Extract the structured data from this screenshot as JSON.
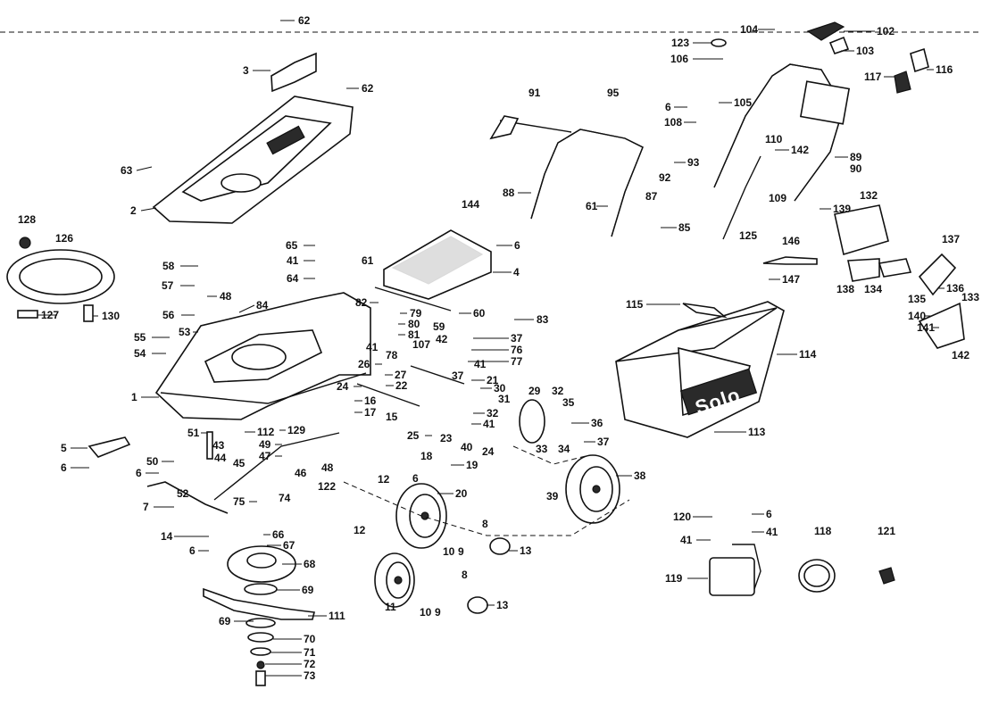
{
  "brand": "Solo",
  "labels": [
    {
      "key": "62a",
      "text": "62"
    },
    {
      "key": "62b",
      "text": "62"
    },
    {
      "key": "3",
      "text": "3"
    },
    {
      "key": "63",
      "text": "63"
    },
    {
      "key": "2",
      "text": "2"
    },
    {
      "key": "128",
      "text": "128"
    },
    {
      "key": "126",
      "text": "126"
    },
    {
      "key": "127",
      "text": "127"
    },
    {
      "key": "130",
      "text": "130"
    },
    {
      "key": "65",
      "text": "65"
    },
    {
      "key": "41a",
      "text": "41"
    },
    {
      "key": "64",
      "text": "64"
    },
    {
      "key": "58",
      "text": "58"
    },
    {
      "key": "57",
      "text": "57"
    },
    {
      "key": "48a",
      "text": "48"
    },
    {
      "key": "56",
      "text": "56"
    },
    {
      "key": "84",
      "text": "84"
    },
    {
      "key": "55",
      "text": "55"
    },
    {
      "key": "53",
      "text": "53"
    },
    {
      "key": "54",
      "text": "54"
    },
    {
      "key": "1",
      "text": "1"
    },
    {
      "key": "61a",
      "text": "61"
    },
    {
      "key": "82",
      "text": "82"
    },
    {
      "key": "79",
      "text": "79"
    },
    {
      "key": "80",
      "text": "80"
    },
    {
      "key": "81",
      "text": "81"
    },
    {
      "key": "41b",
      "text": "41"
    },
    {
      "key": "78",
      "text": "78"
    },
    {
      "key": "107",
      "text": "107"
    },
    {
      "key": "42",
      "text": "42"
    },
    {
      "key": "26",
      "text": "26"
    },
    {
      "key": "27",
      "text": "27"
    },
    {
      "key": "22",
      "text": "22"
    },
    {
      "key": "24a",
      "text": "24"
    },
    {
      "key": "16",
      "text": "16"
    },
    {
      "key": "17",
      "text": "17"
    },
    {
      "key": "15",
      "text": "15"
    },
    {
      "key": "25",
      "text": "25"
    },
    {
      "key": "23",
      "text": "23"
    },
    {
      "key": "51",
      "text": "51"
    },
    {
      "key": "112",
      "text": "112"
    },
    {
      "key": "129",
      "text": "129"
    },
    {
      "key": "49",
      "text": "49"
    },
    {
      "key": "47",
      "text": "47"
    },
    {
      "key": "43",
      "text": "43"
    },
    {
      "key": "44",
      "text": "44"
    },
    {
      "key": "45",
      "text": "45"
    },
    {
      "key": "46",
      "text": "46"
    },
    {
      "key": "48b",
      "text": "48"
    },
    {
      "key": "5",
      "text": "5"
    },
    {
      "key": "6a",
      "text": "6"
    },
    {
      "key": "50",
      "text": "50"
    },
    {
      "key": "6b",
      "text": "6"
    },
    {
      "key": "52",
      "text": "52"
    },
    {
      "key": "7",
      "text": "7"
    },
    {
      "key": "75",
      "text": "75"
    },
    {
      "key": "74",
      "text": "74"
    },
    {
      "key": "122",
      "text": "122"
    },
    {
      "key": "14",
      "text": "14"
    },
    {
      "key": "6c",
      "text": "6"
    },
    {
      "key": "66",
      "text": "66"
    },
    {
      "key": "67",
      "text": "67"
    },
    {
      "key": "68",
      "text": "68"
    },
    {
      "key": "69a",
      "text": "69"
    },
    {
      "key": "69b",
      "text": "69"
    },
    {
      "key": "111",
      "text": "111"
    },
    {
      "key": "70",
      "text": "70"
    },
    {
      "key": "71",
      "text": "71"
    },
    {
      "key": "72",
      "text": "72"
    },
    {
      "key": "73",
      "text": "73"
    },
    {
      "key": "144",
      "text": "144"
    },
    {
      "key": "6d",
      "text": "6"
    },
    {
      "key": "4",
      "text": "4"
    },
    {
      "key": "60",
      "text": "60"
    },
    {
      "key": "59",
      "text": "59"
    },
    {
      "key": "83",
      "text": "83"
    },
    {
      "key": "37a",
      "text": "37"
    },
    {
      "key": "76",
      "text": "76"
    },
    {
      "key": "77",
      "text": "77"
    },
    {
      "key": "41c",
      "text": "41"
    },
    {
      "key": "37b",
      "text": "37"
    },
    {
      "key": "21",
      "text": "21"
    },
    {
      "key": "30",
      "text": "30"
    },
    {
      "key": "31",
      "text": "31"
    },
    {
      "key": "32a",
      "text": "32"
    },
    {
      "key": "41d",
      "text": "41"
    },
    {
      "key": "40",
      "text": "40"
    },
    {
      "key": "24b",
      "text": "24"
    },
    {
      "key": "29",
      "text": "29"
    },
    {
      "key": "32b",
      "text": "32"
    },
    {
      "key": "35",
      "text": "35"
    },
    {
      "key": "36",
      "text": "36"
    },
    {
      "key": "37c",
      "text": "37"
    },
    {
      "key": "33",
      "text": "33"
    },
    {
      "key": "34",
      "text": "34"
    },
    {
      "key": "18",
      "text": "18"
    },
    {
      "key": "19",
      "text": "19"
    },
    {
      "key": "12a",
      "text": "12"
    },
    {
      "key": "6e",
      "text": "6"
    },
    {
      "key": "20",
      "text": "20"
    },
    {
      "key": "38",
      "text": "38"
    },
    {
      "key": "39",
      "text": "39"
    },
    {
      "key": "12b",
      "text": "12"
    },
    {
      "key": "8a",
      "text": "8"
    },
    {
      "key": "10a",
      "text": "10"
    },
    {
      "key": "9a",
      "text": "9"
    },
    {
      "key": "13a",
      "text": "13"
    },
    {
      "key": "8b",
      "text": "8"
    },
    {
      "key": "11",
      "text": "11"
    },
    {
      "key": "10b",
      "text": "10"
    },
    {
      "key": "9b",
      "text": "9"
    },
    {
      "key": "13b",
      "text": "13"
    },
    {
      "key": "91",
      "text": "91"
    },
    {
      "key": "95",
      "text": "95"
    },
    {
      "key": "88",
      "text": "88"
    },
    {
      "key": "6f",
      "text": "6"
    },
    {
      "key": "108",
      "text": "108"
    },
    {
      "key": "105",
      "text": "105"
    },
    {
      "key": "92",
      "text": "92"
    },
    {
      "key": "93",
      "text": "93"
    },
    {
      "key": "87",
      "text": "87"
    },
    {
      "key": "61b",
      "text": "61"
    },
    {
      "key": "85",
      "text": "85"
    },
    {
      "key": "104",
      "text": "104"
    },
    {
      "key": "102",
      "text": "102"
    },
    {
      "key": "123",
      "text": "123"
    },
    {
      "key": "106",
      "text": "106"
    },
    {
      "key": "103",
      "text": "103"
    },
    {
      "key": "116",
      "text": "116"
    },
    {
      "key": "117",
      "text": "117"
    },
    {
      "key": "110",
      "text": "110"
    },
    {
      "key": "142a",
      "text": "142"
    },
    {
      "key": "89",
      "text": "89"
    },
    {
      "key": "90",
      "text": "90"
    },
    {
      "key": "109",
      "text": "109"
    },
    {
      "key": "125",
      "text": "125"
    },
    {
      "key": "132",
      "text": "132"
    },
    {
      "key": "139",
      "text": "139"
    },
    {
      "key": "146",
      "text": "146"
    },
    {
      "key": "147",
      "text": "147"
    },
    {
      "key": "137",
      "text": "137"
    },
    {
      "key": "138",
      "text": "138"
    },
    {
      "key": "134",
      "text": "134"
    },
    {
      "key": "135",
      "text": "135"
    },
    {
      "key": "136",
      "text": "136"
    },
    {
      "key": "133",
      "text": "133"
    },
    {
      "key": "140",
      "text": "140"
    },
    {
      "key": "141",
      "text": "141"
    },
    {
      "key": "142b",
      "text": "142"
    },
    {
      "key": "115",
      "text": "115"
    },
    {
      "key": "114",
      "text": "114"
    },
    {
      "key": "113",
      "text": "113"
    },
    {
      "key": "120",
      "text": "120"
    },
    {
      "key": "6g",
      "text": "6"
    },
    {
      "key": "41e",
      "text": "41"
    },
    {
      "key": "41f",
      "text": "41"
    },
    {
      "key": "118",
      "text": "118"
    },
    {
      "key": "121",
      "text": "121"
    },
    {
      "key": "119",
      "text": "119"
    }
  ]
}
